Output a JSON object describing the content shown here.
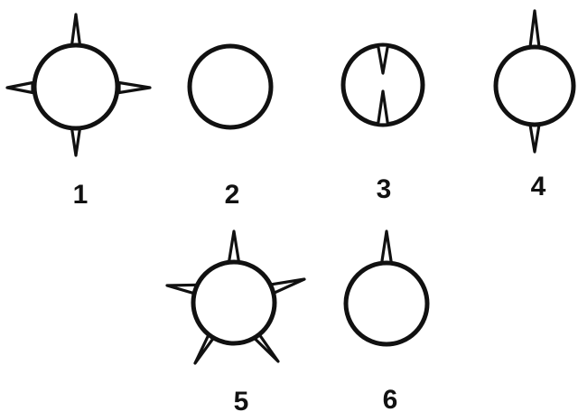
{
  "figures": [
    {
      "label": "1",
      "spikes_outward": 4,
      "spikes_inward": 0
    },
    {
      "label": "2",
      "spikes_outward": 0,
      "spikes_inward": 0
    },
    {
      "label": "3",
      "spikes_outward": 0,
      "spikes_inward": 2
    },
    {
      "label": "4",
      "spikes_outward": 2,
      "spikes_inward": 0
    },
    {
      "label": "5",
      "spikes_outward": 5,
      "spikes_inward": 0
    },
    {
      "label": "6",
      "spikes_outward": 1,
      "spikes_inward": 0
    }
  ],
  "colors": {
    "stroke": "#111111",
    "background": "#ffffff"
  }
}
